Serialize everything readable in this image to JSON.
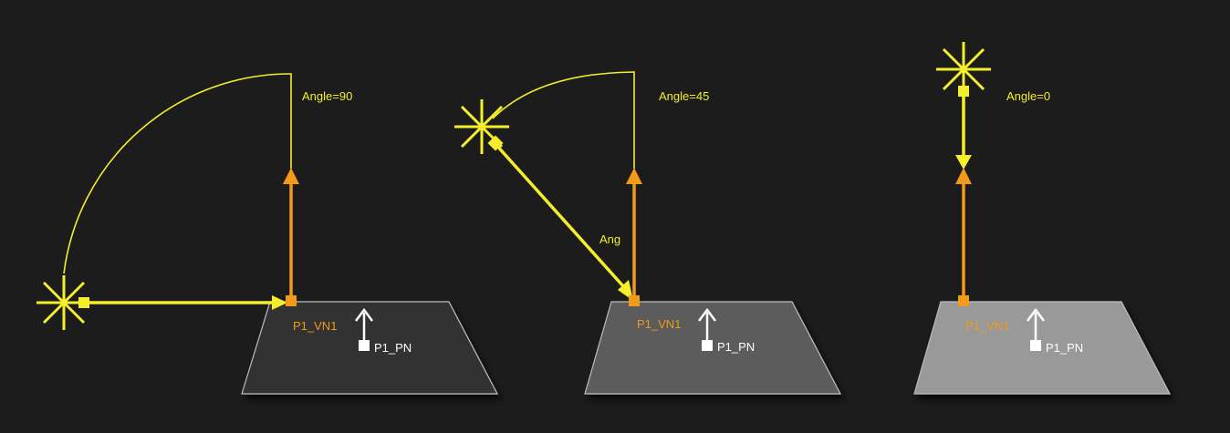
{
  "panels": [
    {
      "angle_label": "Angle=90",
      "extra_label": "",
      "vertex_label": "P1_VN1",
      "normal_label": "P1_PN",
      "angle_deg": 90,
      "plane_color": "#333333"
    },
    {
      "angle_label": "Angle=45",
      "extra_label": "Ang",
      "vertex_label": "P1_VN1",
      "normal_label": "P1_PN",
      "angle_deg": 45,
      "plane_color": "#5c5c5c"
    },
    {
      "angle_label": "Angle=0",
      "extra_label": "",
      "vertex_label": "P1_VN1",
      "normal_label": "P1_PN",
      "angle_deg": 0,
      "plane_color": "#999999"
    }
  ],
  "colors": {
    "background": "#1c1c1c",
    "light": "#f5ee2c",
    "vertex_normal": "#f29a1a",
    "plane_normal": "#ffffff",
    "plane_edge": "#bdbdbd"
  },
  "icons": {
    "light": "light-source-star-icon",
    "vertex": "vertex-handle-icon",
    "normal": "plane-normal-arrow-icon"
  }
}
